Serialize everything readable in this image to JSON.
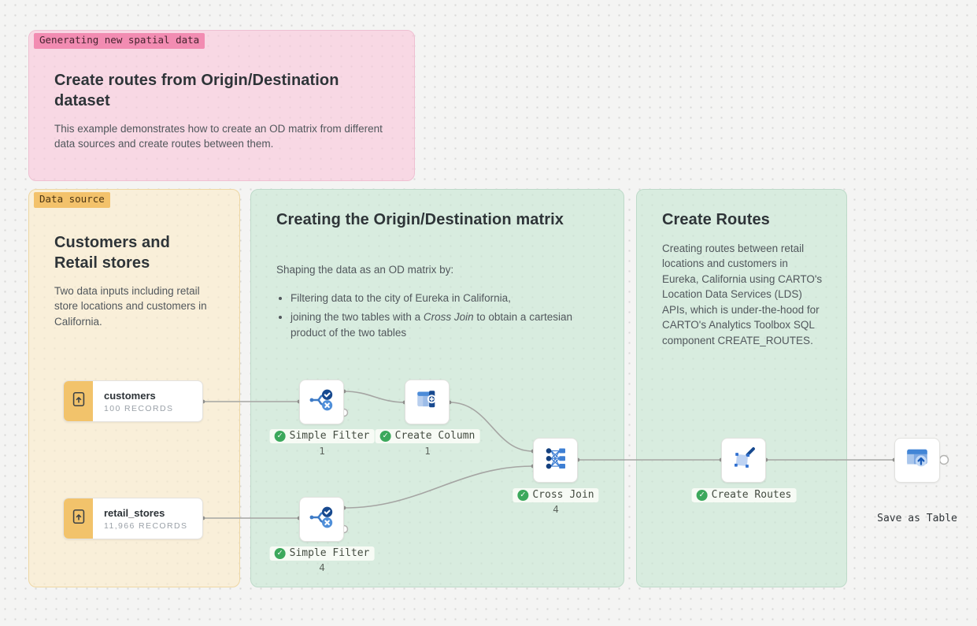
{
  "annotations": {
    "intro": {
      "tag": "Generating new spatial data",
      "title": "Create routes from Origin/Destination dataset",
      "body": "This example demonstrates how to create an OD matrix from different data sources and create routes between them."
    },
    "data_source": {
      "tag": "Data source",
      "title": "Customers and Retail stores",
      "body": "Two data inputs including retail store locations and customers in California."
    },
    "od_matrix": {
      "title": "Creating the Origin/Destination matrix",
      "subtitle": "Shaping the data as an OD matrix by:",
      "bullet_1": "Filtering data to the city of Eureka in California,",
      "bullet_2_pre": "joining the two tables with a ",
      "bullet_2_italic": "Cross Join",
      "bullet_2_post": " to obtain a cartesian product of the two tables"
    },
    "create_routes": {
      "title": "Create Routes",
      "body": "Creating routes between retail locations and customers in Eureka, California using CARTO's Location Data Services (LDS) APIs, which is under-the-hood for CARTO's Analytics Toolbox SQL component CREATE_ROUTES."
    }
  },
  "sources": [
    {
      "name": "customers",
      "records": "100 RECORDS",
      "icon": "file-import-icon"
    },
    {
      "name": "retail_stores",
      "records": "11,966 RECORDS",
      "icon": "file-import-icon"
    }
  ],
  "nodes": [
    {
      "label": "Simple Filter",
      "count": "1",
      "status": "success",
      "icon": "simple-filter-icon"
    },
    {
      "label": "Create Column",
      "count": "1",
      "status": "success",
      "icon": "create-column-icon"
    },
    {
      "label": "Simple Filter",
      "count": "4",
      "status": "success",
      "icon": "simple-filter-icon"
    },
    {
      "label": "Cross Join",
      "count": "4",
      "status": "success",
      "icon": "cross-join-icon"
    },
    {
      "label": "Create Routes",
      "count": "",
      "status": "success",
      "icon": "create-routes-icon"
    },
    {
      "label": "Save as Table",
      "count": "",
      "status": "none",
      "icon": "save-as-table-icon"
    }
  ],
  "status": {
    "check_glyph": "✓"
  },
  "colors": {
    "note_pink_bg": "#f8d8e4",
    "tag_pink_bg": "#f28cb2",
    "note_orange_bg": "#f9efd9",
    "tag_orange_bg": "#f3c26b",
    "note_green_bg": "#d8ecdf",
    "source_strip": "#f2c36b",
    "check_green": "#3ca85c",
    "icon_blue_dark": "#17498f",
    "icon_blue_mid": "#3e7fd4",
    "icon_blue_light": "#b9cfee",
    "link_gray": "#a5a5a3"
  }
}
